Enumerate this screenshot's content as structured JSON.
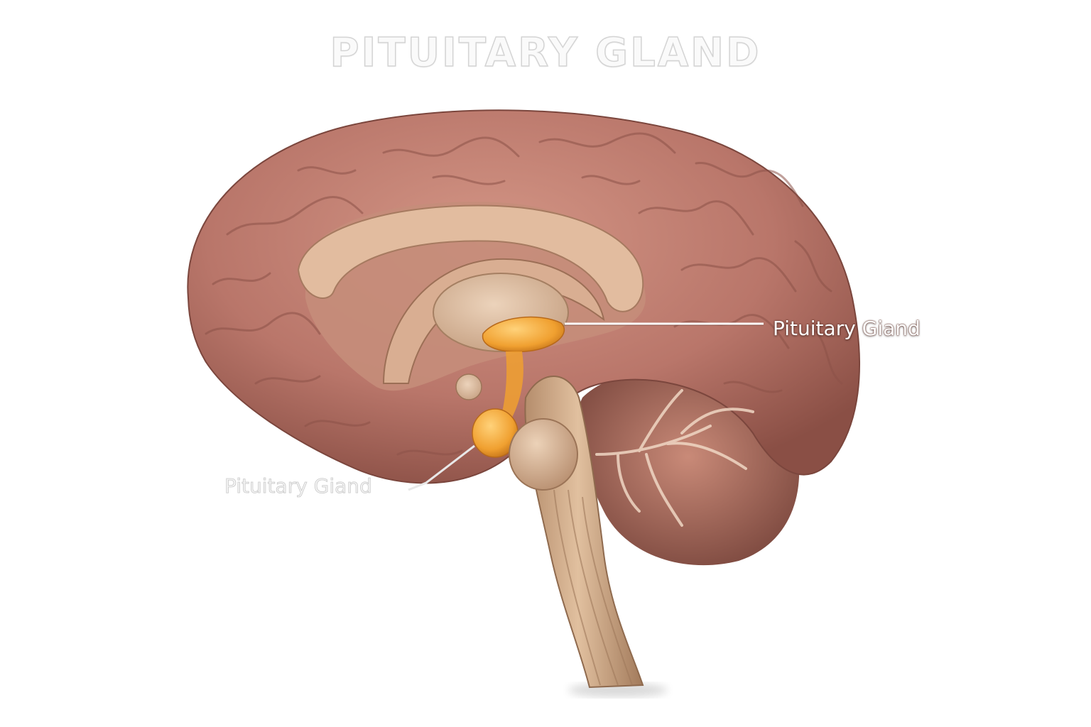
{
  "title": "PITUITARY GLAND",
  "labels": {
    "right": "Pituitary Giand",
    "left": "Pituitary Giand"
  },
  "colors": {
    "background": "#ffffff",
    "cortex": "#b9766a",
    "cortex_shadow": "#8a4f45",
    "cortex_highlight": "#d89a8c",
    "inner_tissue": "#dcb29b",
    "gland": "#f0a030",
    "gland_highlight": "#ffd27a",
    "brainstem": "#d8b28f",
    "cerebellum": "#b97565"
  }
}
